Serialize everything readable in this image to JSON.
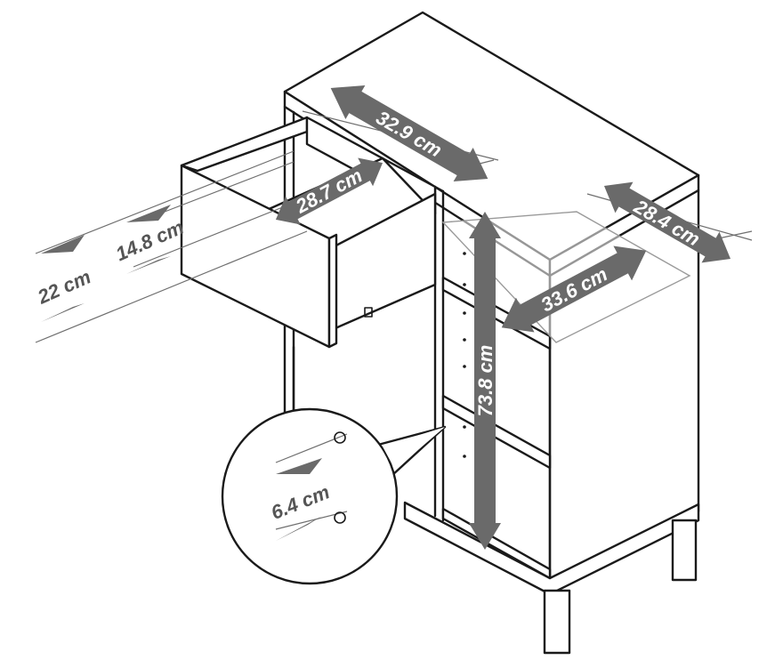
{
  "dimensions": {
    "top_width": "32.9 cm",
    "top_depth": "28.4 cm",
    "drawer_inner_width": "28.7 cm",
    "drawer_front_height": "22 cm",
    "drawer_inner_height": "14.8 cm",
    "shelf_width": "33.6 cm",
    "compartment_height": "73.8 cm",
    "hole_spacing": "6.4 cm"
  },
  "colors": {
    "line": "#1a1a1a",
    "arrow": "#6a6a6a",
    "arrow_text": "#ffffff",
    "outline_label": "#555555"
  }
}
